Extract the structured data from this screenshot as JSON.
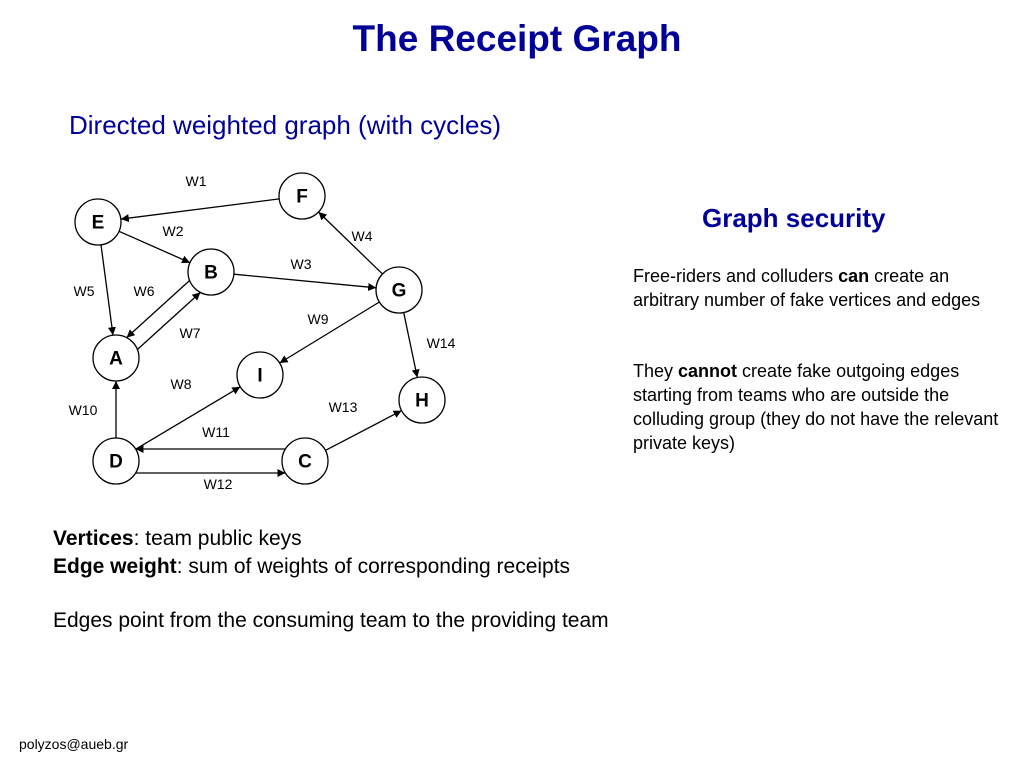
{
  "slide": {
    "title": "The Receipt Graph",
    "subtitle": "Directed weighted graph (with cycles)",
    "title_color": "#000099"
  },
  "graph": {
    "nodes": [
      "A",
      "B",
      "C",
      "D",
      "E",
      "F",
      "G",
      "H",
      "I"
    ],
    "edges": [
      {
        "from": "F",
        "to": "E",
        "label": "W1"
      },
      {
        "from": "E",
        "to": "B",
        "label": "W2"
      },
      {
        "from": "B",
        "to": "G",
        "label": "W3"
      },
      {
        "from": "G",
        "to": "F",
        "label": "W4"
      },
      {
        "from": "E",
        "to": "A",
        "label": "W5"
      },
      {
        "from": "B",
        "to": "A",
        "label": "W6"
      },
      {
        "from": "A",
        "to": "B",
        "label": "W7"
      },
      {
        "from": "D",
        "to": "I",
        "label": "W8"
      },
      {
        "from": "G",
        "to": "I",
        "label": "W9"
      },
      {
        "from": "D",
        "to": "A",
        "label": "W10"
      },
      {
        "from": "C",
        "to": "D",
        "label": "W11"
      },
      {
        "from": "D",
        "to": "C",
        "label": "W12"
      },
      {
        "from": "C",
        "to": "H",
        "label": "W13"
      },
      {
        "from": "G",
        "to": "H",
        "label": "W14"
      }
    ]
  },
  "security": {
    "title": "Graph security",
    "p1_before": "Free-riders and colluders ",
    "p1_bold": "can",
    "p1_after": " create an arbitrary number of fake vertices and edges",
    "p2_before": "They ",
    "p2_bold": "cannot",
    "p2_after": " create fake outgoing edges starting from teams who are outside the colluding group (they do not have the relevant private keys)"
  },
  "bottom": {
    "vertices_label": "Vertices",
    "vertices_text": ": team public keys",
    "edge_weight_label": "Edge weight",
    "edge_weight_text": ": sum of weights of corresponding receipts",
    "edges_point": "Edges point from the consuming team to the providing team"
  },
  "footer": {
    "email": "polyzos@aueb.gr"
  }
}
